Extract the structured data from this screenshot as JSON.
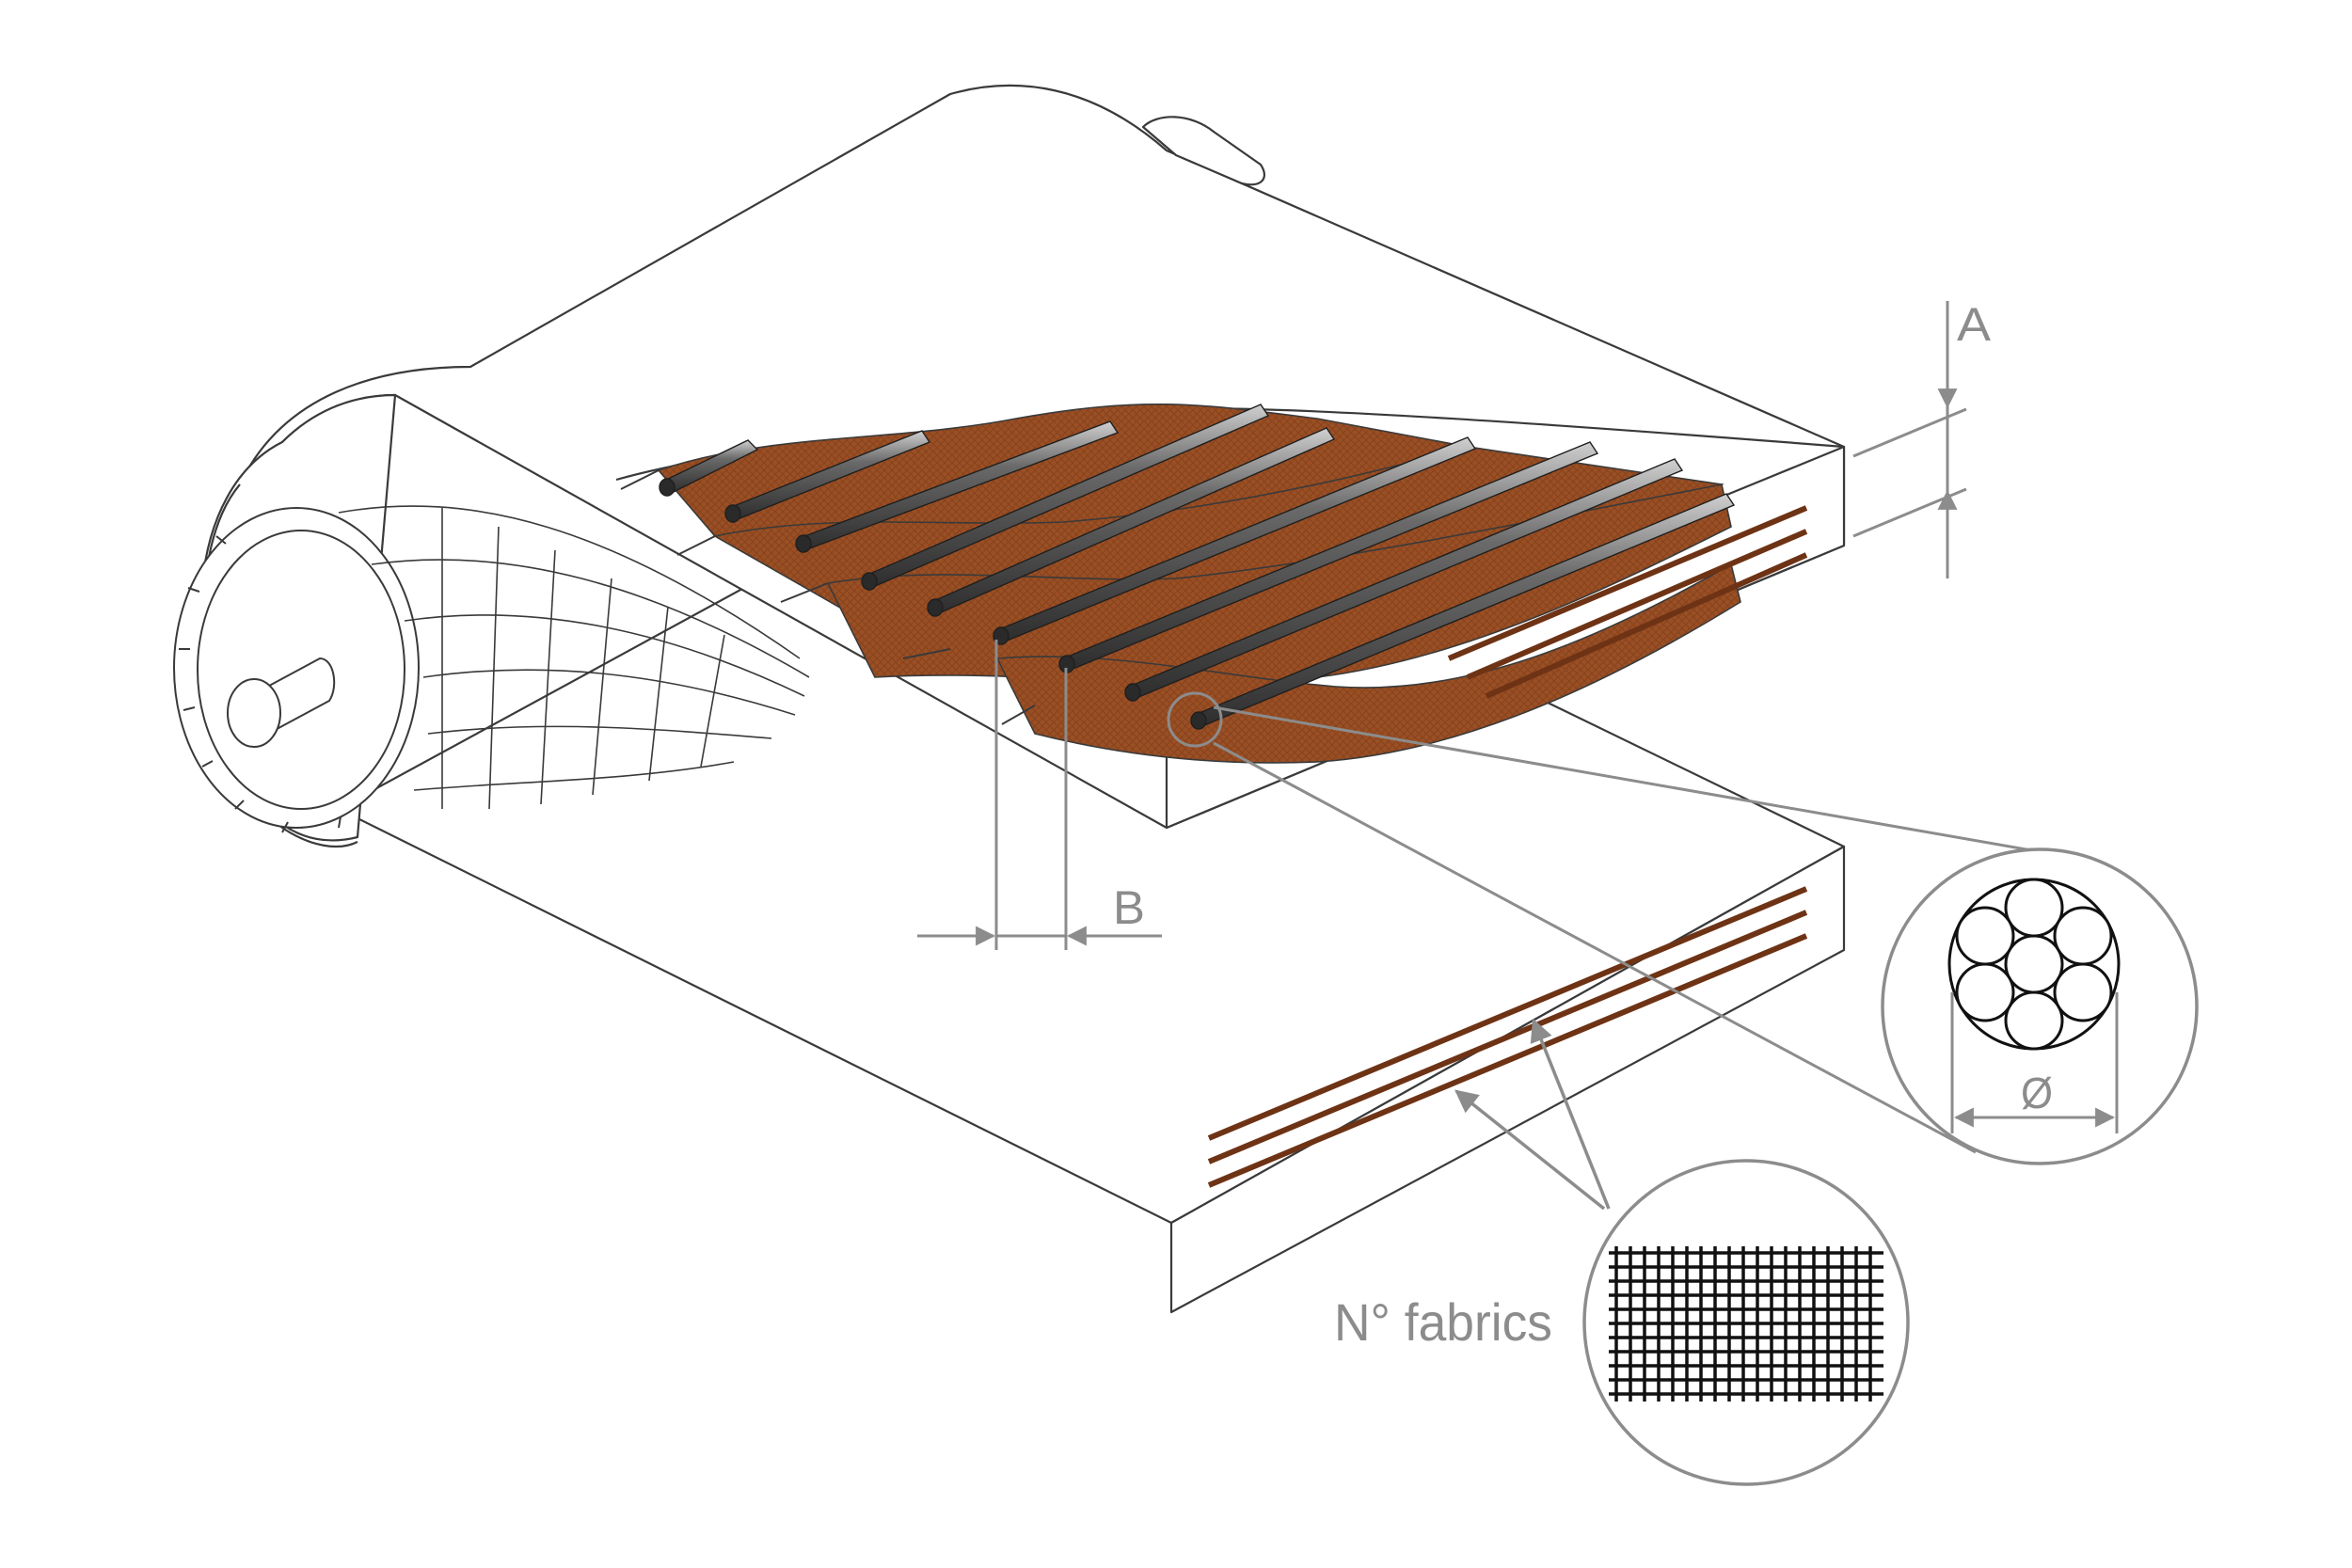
{
  "labels": {
    "dimension_a": "A",
    "dimension_b": "B",
    "diameter": "Ø",
    "fabrics": "N° fabrics"
  },
  "colors": {
    "line": "#3a3a3a",
    "annotation": "#8c8c8c",
    "fabric": "#9a4f24",
    "fabric_dark": "#6e3315",
    "cord": "#4a4a4a",
    "cord_highlight": "#c9c9c9",
    "background": "#ffffff"
  },
  "components": [
    "conveyor-belt",
    "drive-drum",
    "drum-shaft",
    "fabric-plies",
    "steel-cords",
    "cord-cross-section-detail",
    "fabric-weave-detail"
  ]
}
